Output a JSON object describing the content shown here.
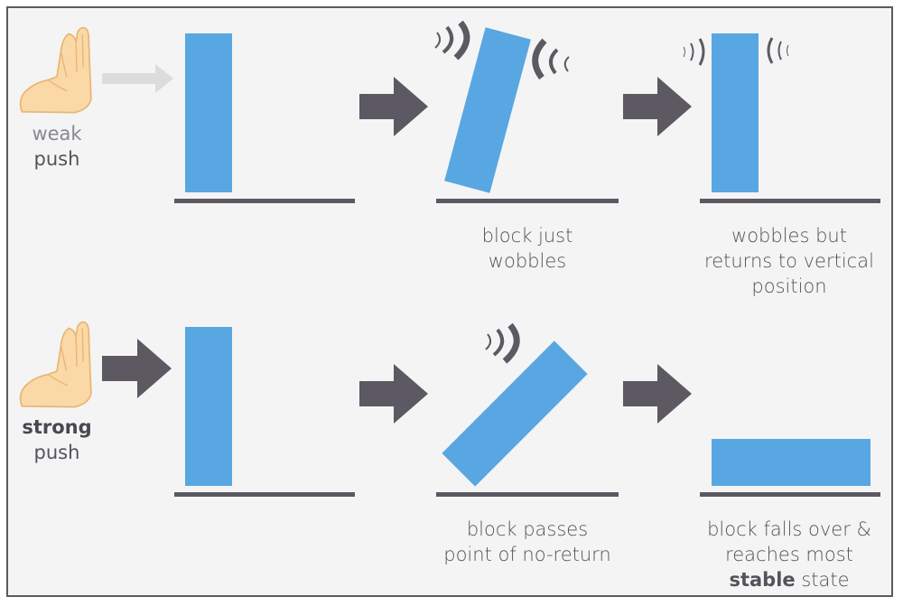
{
  "colors": {
    "block": "#58a7e2",
    "ground": "#5c5963",
    "arrow_dark": "#5c5963",
    "arrow_light": "#dcdcdc",
    "hand_fill": "#fad9a6",
    "hand_stroke": "#eab676",
    "background": "#f4f4f4"
  },
  "icons": {
    "hand": "raised-hand-icon",
    "wobble": "vibration-lines-icon",
    "arrow": "right-arrow-icon"
  },
  "rows": {
    "weak": {
      "label_line1": "weak",
      "label_line2": "push",
      "caption_step2_line1": "block just",
      "caption_step2_line2": "wobbles",
      "caption_step3_line1": "wobbles but",
      "caption_step3_line2": "returns to vertical",
      "caption_step3_line3": "position"
    },
    "strong": {
      "label_line1": "strong",
      "label_line2": "push",
      "caption_step2_line1": "block passes",
      "caption_step2_line2": "point of no-return",
      "caption_step3_line1": "block falls over &",
      "caption_step3_line2": "reaches most",
      "caption_step3_line3_bold": "stable",
      "caption_step3_line3_rest": " state"
    }
  }
}
